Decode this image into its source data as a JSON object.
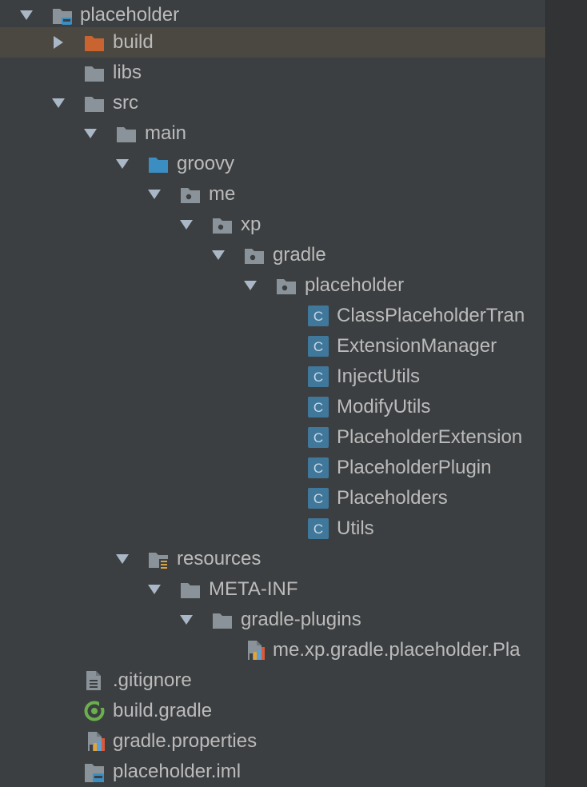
{
  "tree": {
    "items": [
      {
        "label": "placeholder",
        "icon": "module-folder-icon",
        "expanded": true
      },
      {
        "label": "build",
        "icon": "excluded-folder-icon",
        "expanded": false,
        "selected": true
      },
      {
        "label": "libs",
        "icon": "folder-icon"
      },
      {
        "label": "src",
        "icon": "folder-icon",
        "expanded": true
      },
      {
        "label": "main",
        "icon": "folder-icon",
        "expanded": true
      },
      {
        "label": "groovy",
        "icon": "source-root-folder-icon",
        "expanded": true
      },
      {
        "label": "me",
        "icon": "package-icon",
        "expanded": true
      },
      {
        "label": "xp",
        "icon": "package-icon",
        "expanded": true
      },
      {
        "label": "gradle",
        "icon": "package-icon",
        "expanded": true
      },
      {
        "label": "placeholder",
        "icon": "package-icon",
        "expanded": true
      },
      {
        "label": "ClassPlaceholderTran",
        "icon": "groovy-class-icon"
      },
      {
        "label": "ExtensionManager",
        "icon": "groovy-class-icon"
      },
      {
        "label": "InjectUtils",
        "icon": "groovy-class-icon"
      },
      {
        "label": "ModifyUtils",
        "icon": "groovy-class-icon"
      },
      {
        "label": "PlaceholderExtension",
        "icon": "groovy-class-icon"
      },
      {
        "label": "PlaceholderPlugin",
        "icon": "groovy-class-icon"
      },
      {
        "label": "Placeholders",
        "icon": "groovy-class-icon"
      },
      {
        "label": "Utils",
        "icon": "groovy-class-icon"
      },
      {
        "label": "resources",
        "icon": "resources-folder-icon",
        "expanded": true
      },
      {
        "label": "META-INF",
        "icon": "folder-icon",
        "expanded": true
      },
      {
        "label": "gradle-plugins",
        "icon": "folder-icon",
        "expanded": true
      },
      {
        "label": "me.xp.gradle.placeholder.Pla",
        "icon": "properties-file-icon"
      },
      {
        "label": ".gitignore",
        "icon": "text-file-icon"
      },
      {
        "label": "build.gradle",
        "icon": "gradle-file-icon"
      },
      {
        "label": "gradle.properties",
        "icon": "properties-file-icon"
      },
      {
        "label": "placeholder.iml",
        "icon": "module-file-icon"
      }
    ]
  },
  "colors": {
    "background": "#3c3f41",
    "selection": "#4b4841",
    "folder": "#8a9399",
    "source_root": "#3b8ec2",
    "excluded": "#c9632f",
    "class_badge": "#40789c",
    "gradle": "#6ab04c",
    "text": "#bbbbbb"
  }
}
